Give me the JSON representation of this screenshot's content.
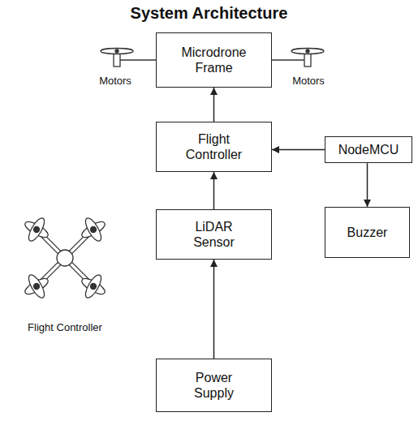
{
  "diagram": {
    "title": "System Architecture",
    "nodes": [
      {
        "text": [
          "Microdrone Frame"
        ]
      },
      {
        "text": [
          "Flight Controller"
        ]
      },
      {
        "text": [
          "NodeMCU"
        ]
      },
      {
        "text": [
          "LiDAR Sensor"
        ]
      },
      {
        "text": [
          "Buzzer"
        ]
      },
      {
        "text": [
          "Power Supply"
        ]
      }
    ],
    "edges": [
      {
        "from": 1,
        "to": 0,
        "arrow": "to"
      },
      {
        "from": 3,
        "to": 1,
        "arrow": "to"
      },
      {
        "from": 5,
        "to": 3,
        "arrow": "to"
      },
      {
        "from": 2,
        "to": 1,
        "arrow": "to"
      },
      {
        "from": 2,
        "to": 4,
        "arrow": "to"
      }
    ],
    "labels": [
      "Motors",
      "Motors",
      "Flight Controller"
    ]
  }
}
